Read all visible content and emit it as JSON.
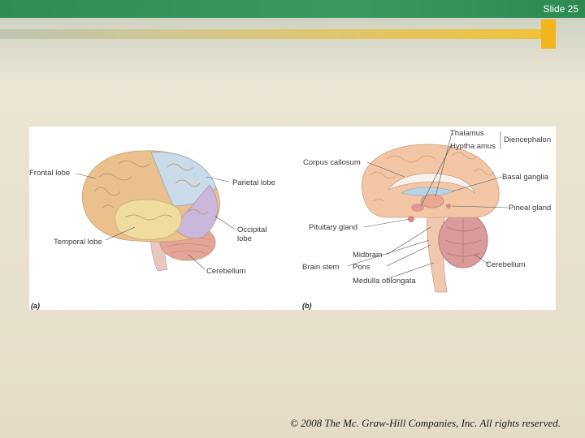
{
  "slide": {
    "number_label": "Slide 25"
  },
  "figure": {
    "panel_a": {
      "tag": "(a)",
      "labels": {
        "frontal": "Frontal lobe",
        "parietal": "Parietal lobe",
        "occipital_1": "Occipital",
        "occipital_2": "lobe",
        "temporal": "Temporal lobe",
        "cerebellum": "Cerebellum"
      }
    },
    "panel_b": {
      "tag": "(b)",
      "labels": {
        "thalamus": "Thalamus",
        "hypothalamus": "Hyptha amus",
        "diencephalon": "Diencephalon",
        "corpus_callosum": "Corpus callosum",
        "basal_ganglia": "Basal ganglia",
        "pineal": "Pineal gland",
        "pituitary": "Pituitary gland",
        "midbrain": "Midbrain",
        "brain_stem": "Brain stem",
        "pons": "Pons",
        "medulla": "Medulla oblongata",
        "cerebellum": "Cerebellum"
      }
    },
    "colors": {
      "frontal": "#e9c08e",
      "parietal": "#c9dbe9",
      "occipital": "#c9b8db",
      "temporal": "#f1dca0",
      "cerebellum": "#e3a598",
      "sagittal": "#f3c6a6",
      "stem": "#f0c8b0"
    }
  },
  "footer": {
    "copyright": "© 2008 The Mc. Graw-Hill Companies, Inc. All rights reserved."
  }
}
